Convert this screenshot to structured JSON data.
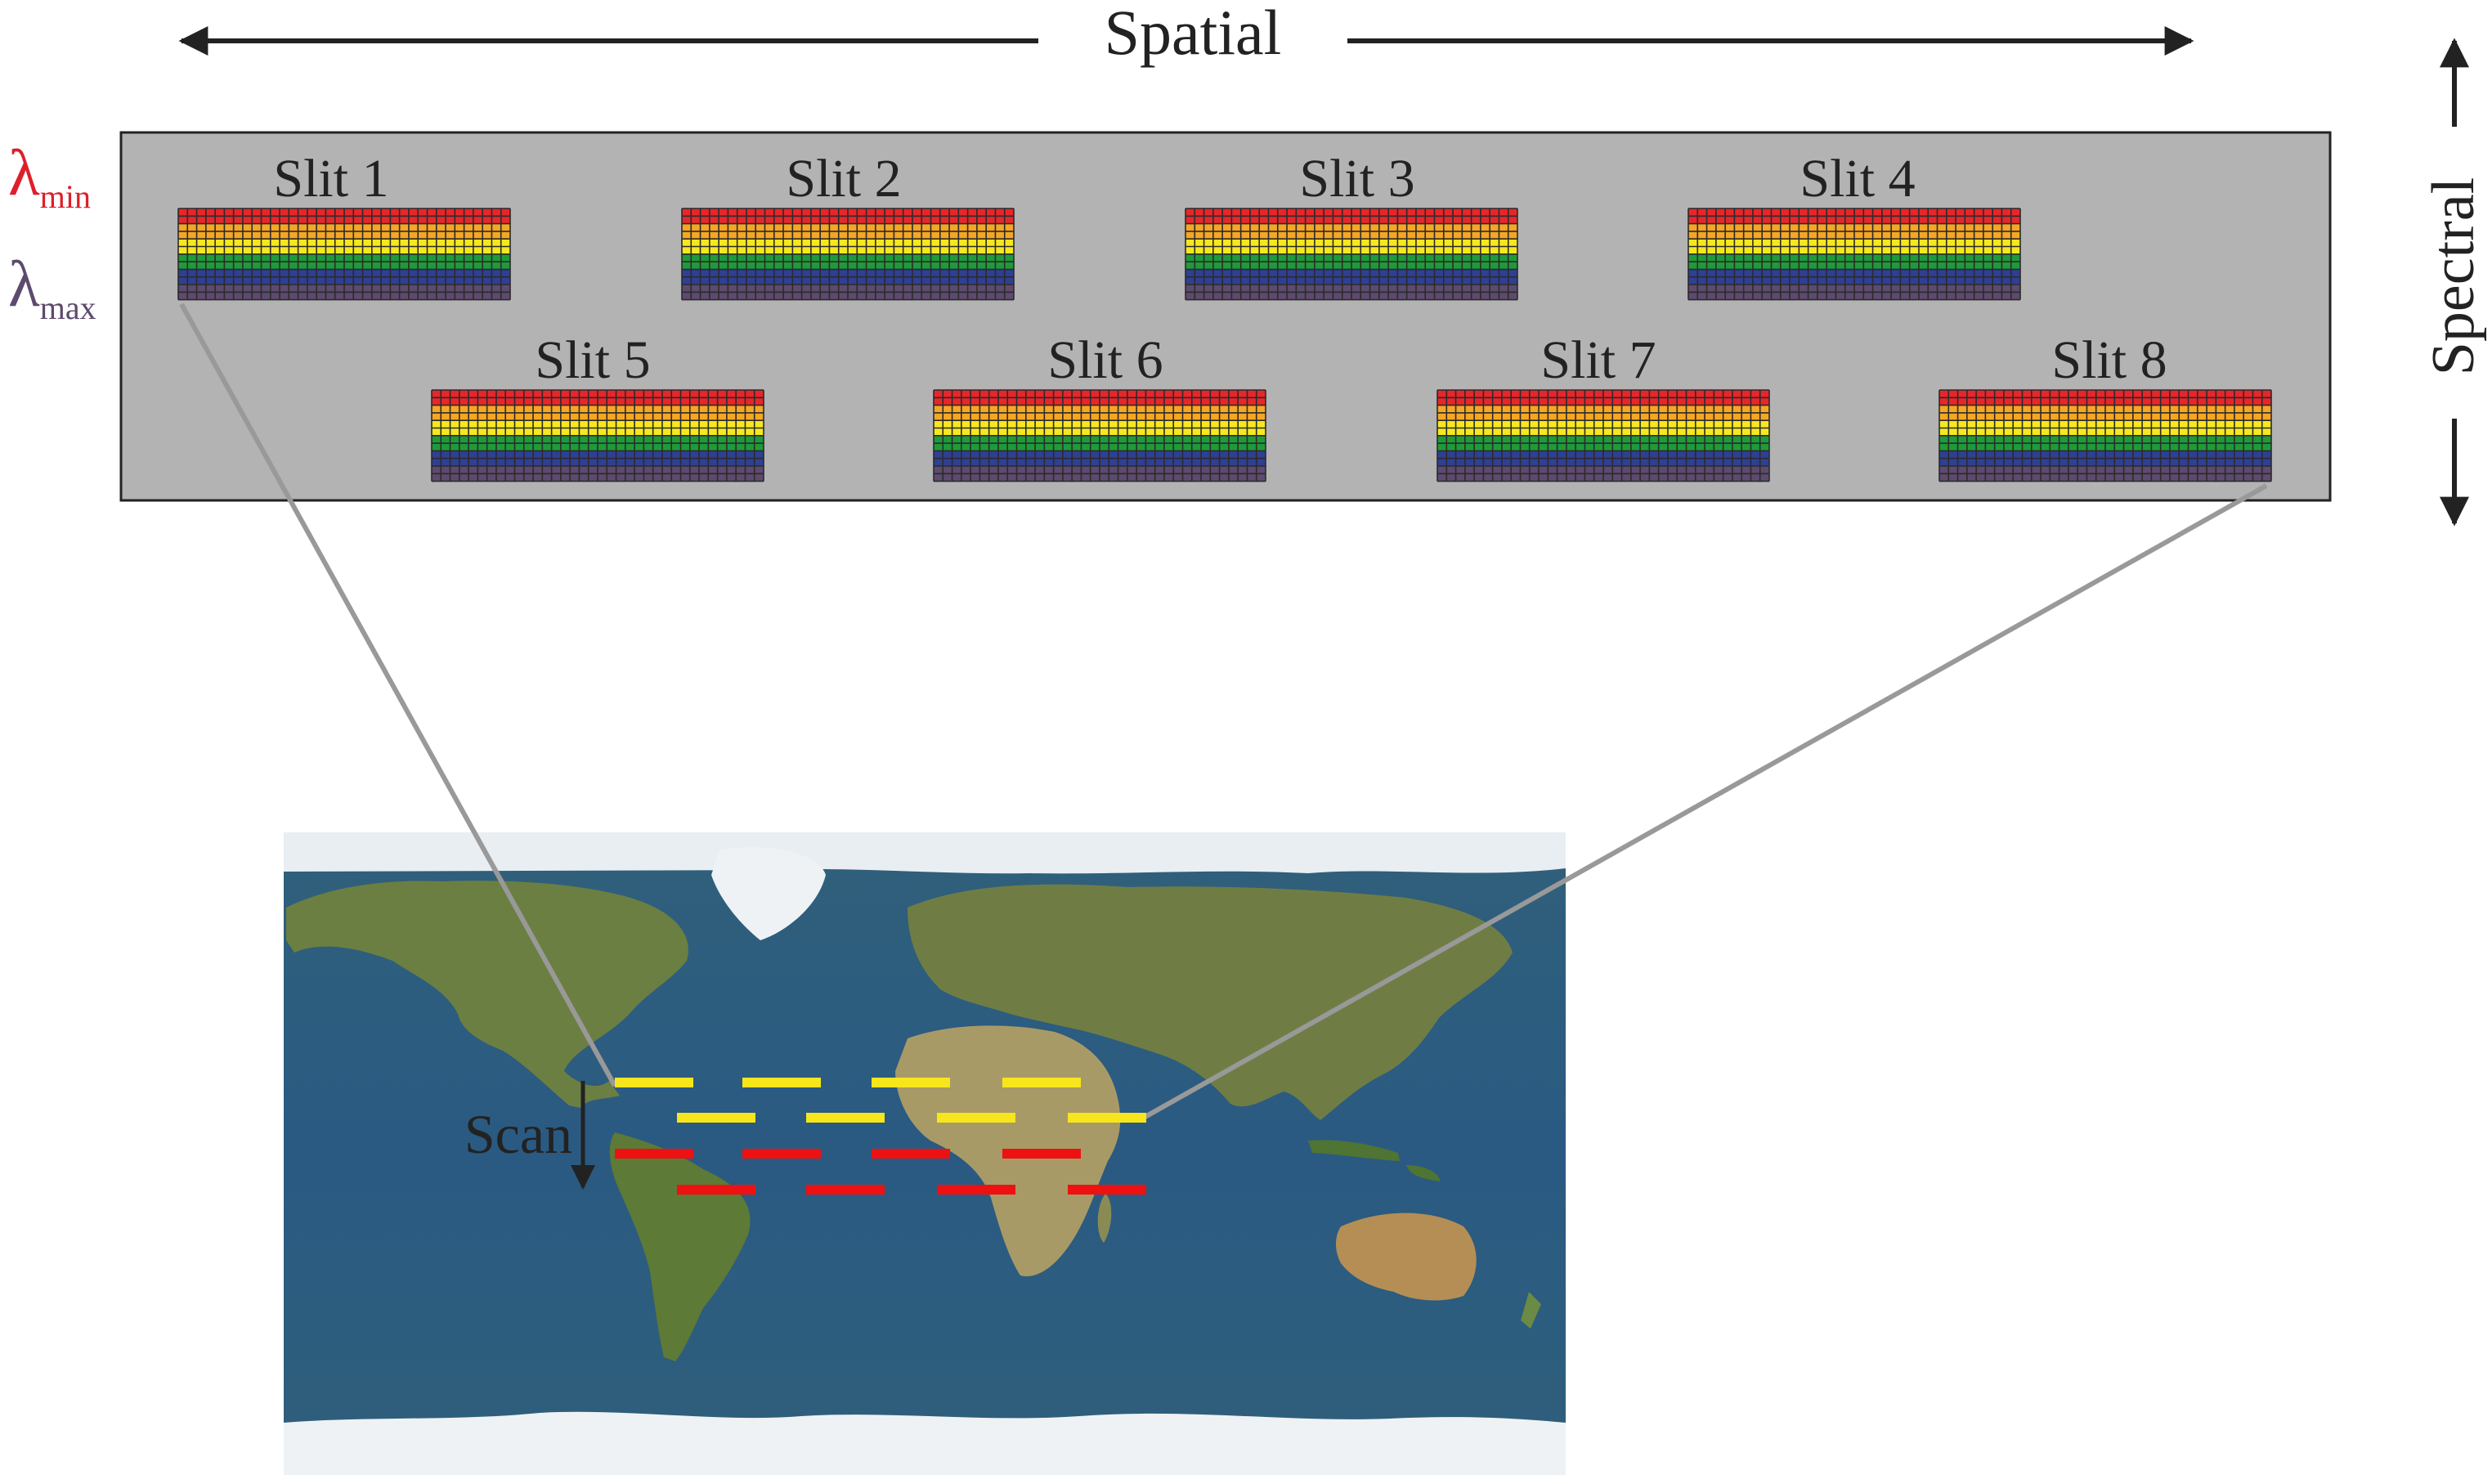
{
  "axes": {
    "spatial_label": "Spatial",
    "spectral_label": "Spectral"
  },
  "lambda_min": {
    "symbol": "λ",
    "subscript": "min"
  },
  "lambda_max": {
    "symbol": "λ",
    "subscript": "max"
  },
  "slits": [
    {
      "label": "Slit 1"
    },
    {
      "label": "Slit 2"
    },
    {
      "label": "Slit 3"
    },
    {
      "label": "Slit 4"
    },
    {
      "label": "Slit 5"
    },
    {
      "label": "Slit 6"
    },
    {
      "label": "Slit 7"
    },
    {
      "label": "Slit 8"
    }
  ],
  "scan_label": "Scan",
  "colors": {
    "detector_background": "#b3b3b3",
    "band_colors": [
      "#e8262a",
      "#f5a623",
      "#f6e81e",
      "#1f9a3a",
      "#2f3f94",
      "#5d4a6e"
    ],
    "scan_yellow": "#f7e61c",
    "scan_red": "#ee1111",
    "lambda_min_color": "#dd1f2b",
    "lambda_max_color": "#5d4a6e",
    "leader_line": "#999999",
    "ocean": "#2a5e80",
    "land": "#5f7c3c"
  },
  "map_icon": "world-map-equirectangular"
}
